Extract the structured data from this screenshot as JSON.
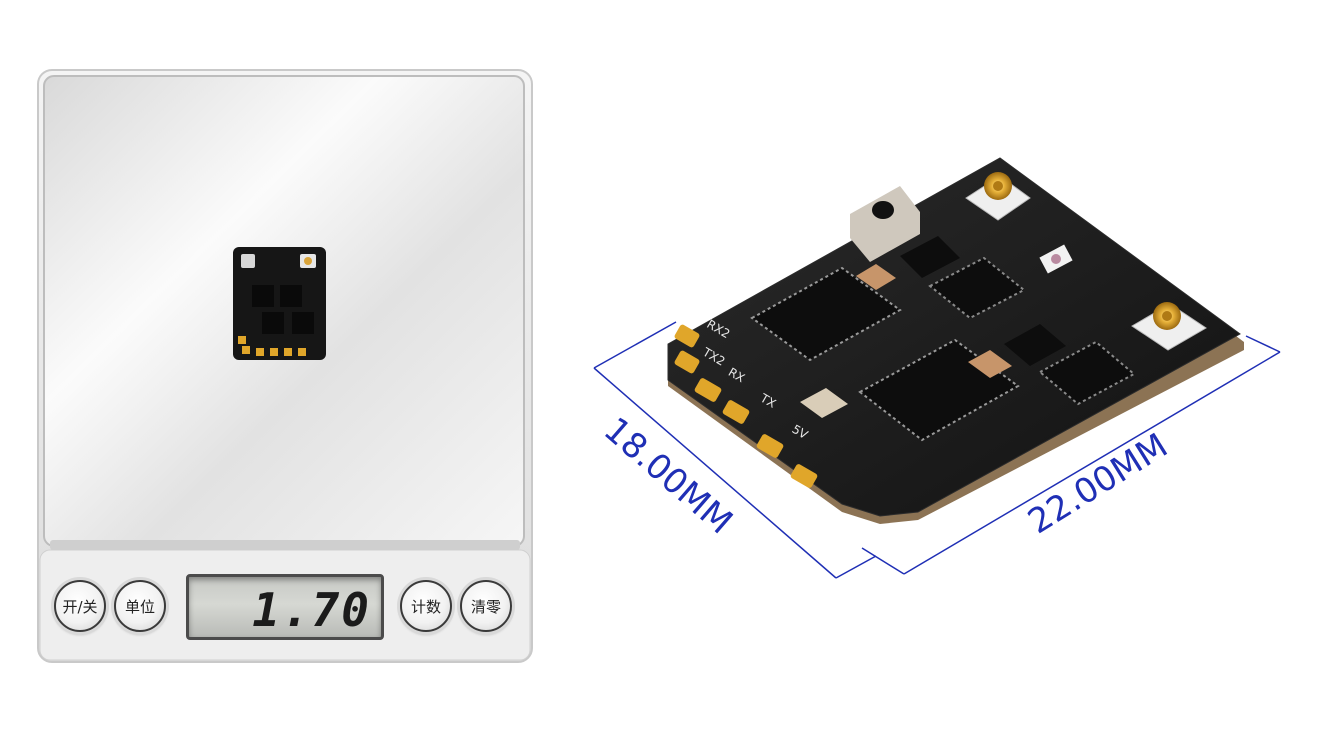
{
  "scale": {
    "display_value": "1.70",
    "buttons": {
      "power": "开/关",
      "unit": "单位",
      "count": "计数",
      "tare": "清零"
    }
  },
  "receiver": {
    "pad_labels": {
      "rx2": "RX2",
      "tx2": "TX2",
      "rx": "RX",
      "tx": "TX",
      "v5": "5V"
    }
  },
  "dimensions": {
    "width_label": "18.00MM",
    "length_label": "22.00MM"
  },
  "colors": {
    "dimension_line": "#1f2fb5",
    "pcb": "#1a1a1a",
    "gold_pad": "#e0a62a",
    "scale_platform": "#e9e9e9"
  }
}
